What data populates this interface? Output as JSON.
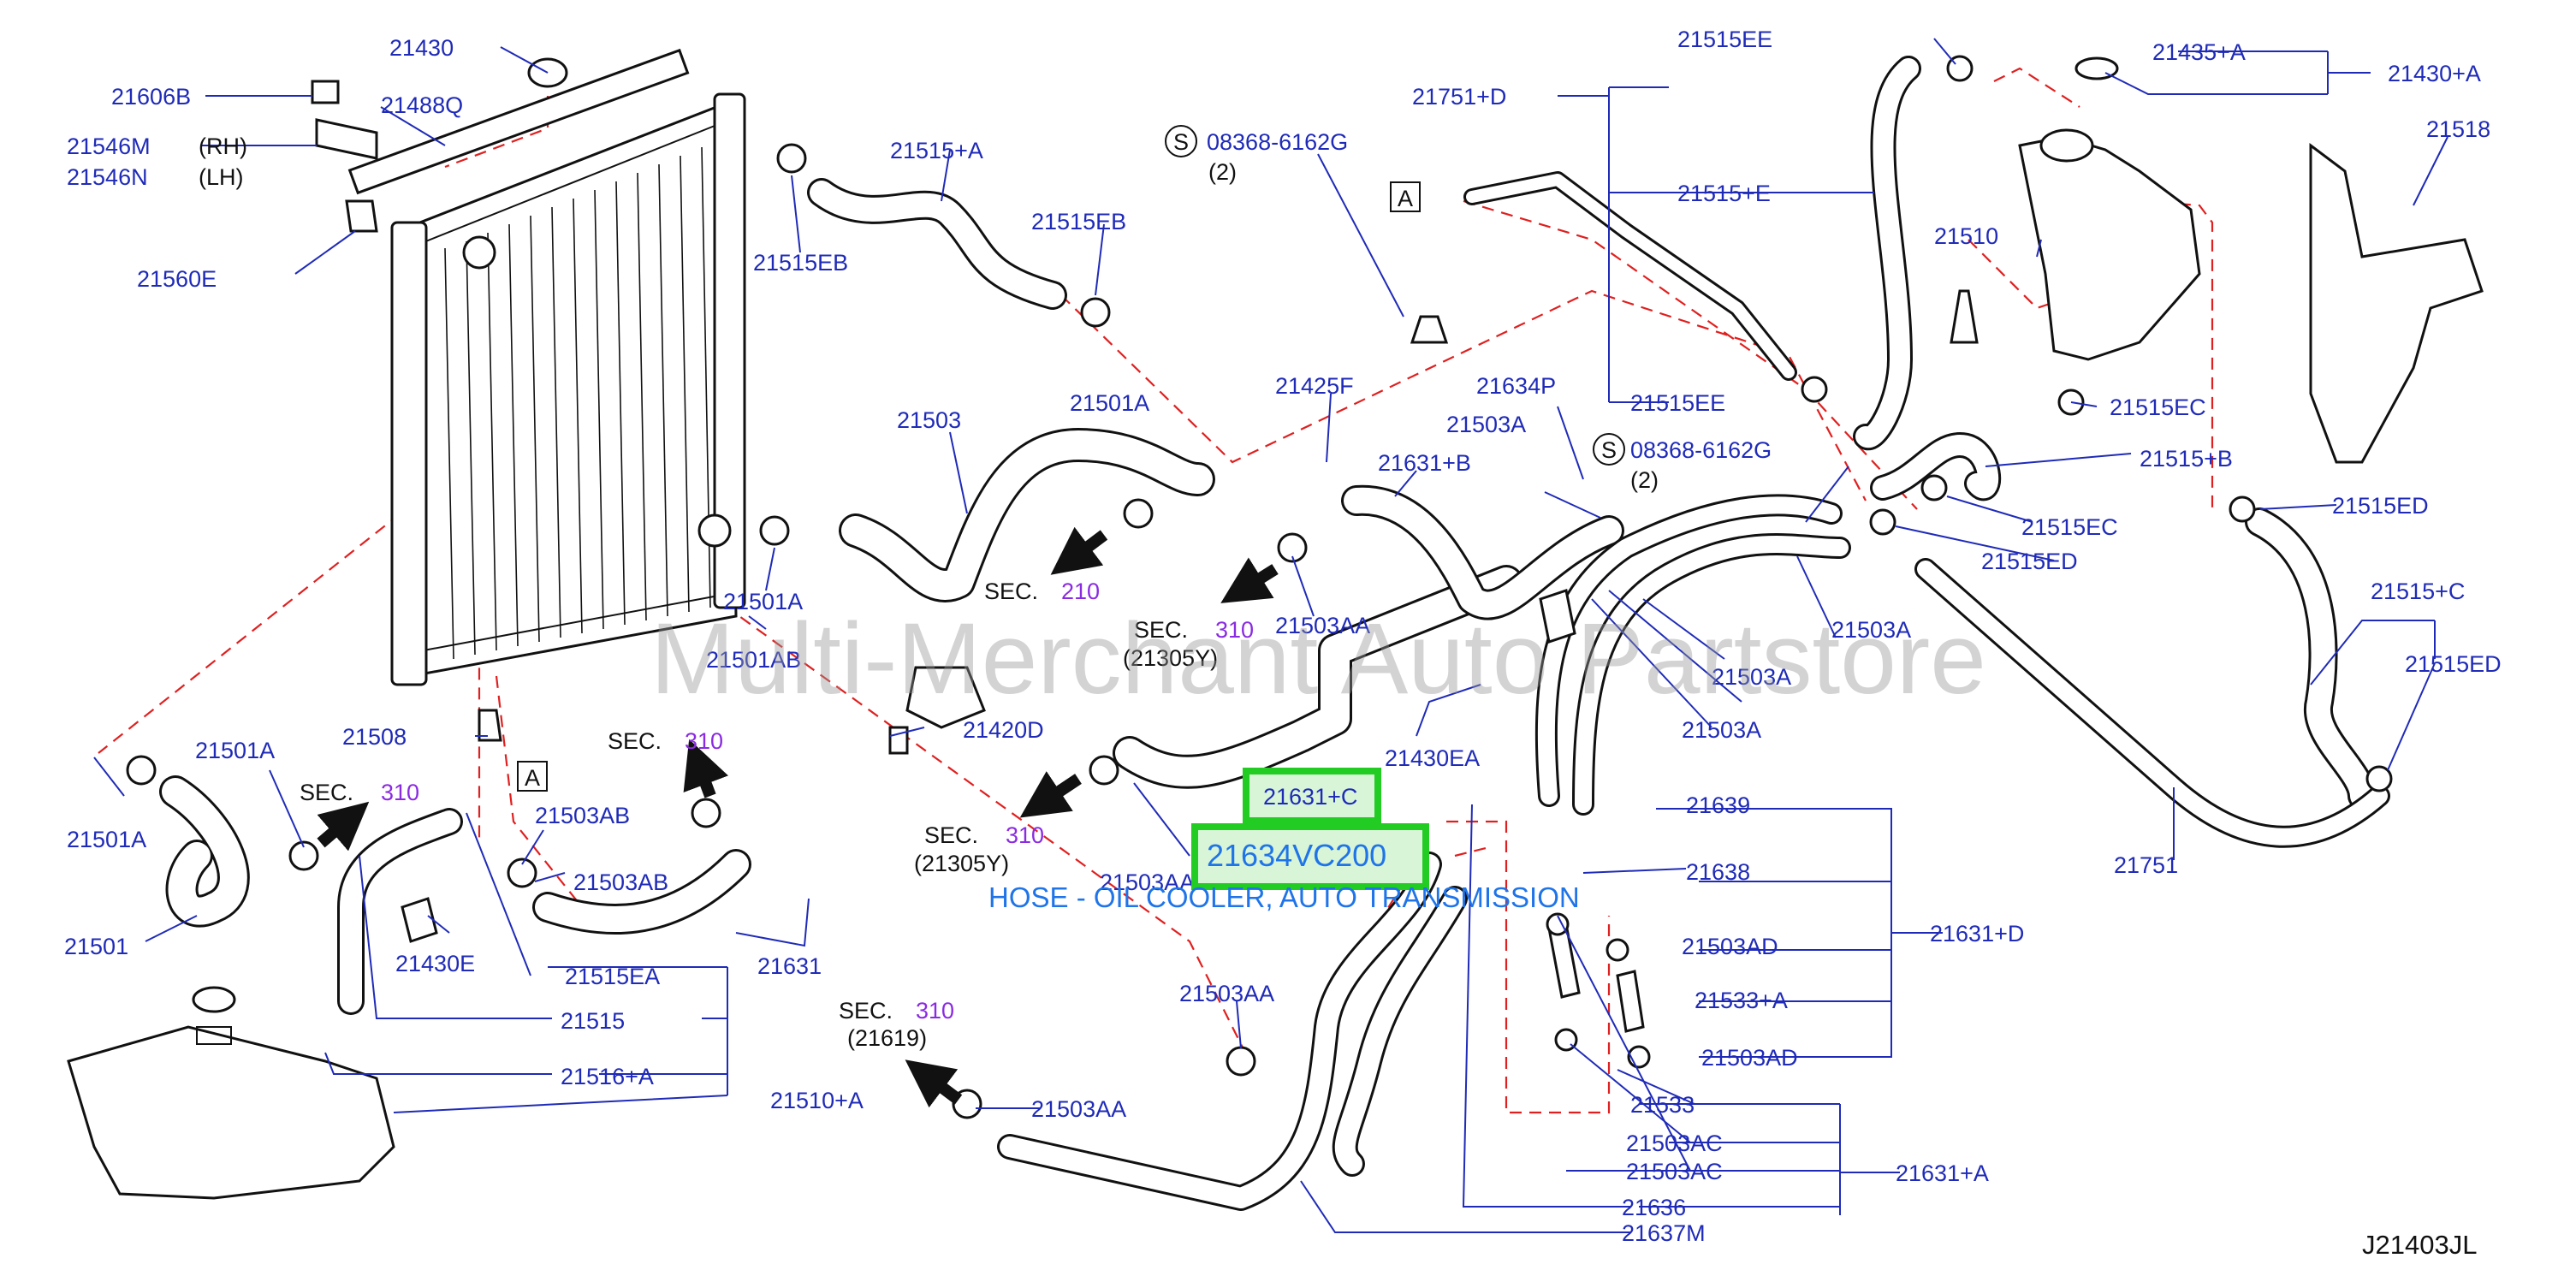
{
  "highlight": {
    "part_number": "21634VC200",
    "description": "HOSE - OIL COOLER, AUTO TRANSMISSION",
    "secondary": "21631+C"
  },
  "watermark": "Multi-Merchant Auto Partstore",
  "reference_code": "J21403JL",
  "screw_symbol": "S",
  "ref_box": "A",
  "parts": [
    "21430",
    "21606B",
    "21488Q",
    "21546M",
    "(RH)",
    "21546N",
    "(LH)",
    "21560E",
    "21515+A",
    "21515EB",
    "21515EB",
    "21503",
    "21501A",
    "21501A",
    "21501AB",
    "21508",
    "21501A",
    "21501A",
    "21501",
    "21503AB",
    "21503AB",
    "21430E",
    "21515EA",
    "21515",
    "21516+A",
    "21510+A",
    "21631",
    "21420D",
    "21425F",
    "21631+B",
    "21503AA",
    "21430EA",
    "21503AA",
    "21503AA",
    "21503AA",
    "21751+D",
    "21515EE",
    "21515+E",
    "21515EE",
    "08368-6162G",
    "(2)",
    "08368-6162G",
    "(2)",
    "21634P",
    "21503A",
    "21503A",
    "21503A",
    "21503A",
    "21639",
    "21638",
    "21631+D",
    "21503AD",
    "21533+A",
    "21503AD",
    "21533",
    "21503AC",
    "21503AC",
    "21636",
    "21637M",
    "21631+A",
    "21435+A",
    "21430+A",
    "21518",
    "21510",
    "21515EC",
    "21515+B",
    "21515EC",
    "21515ED",
    "21515ED",
    "21515+C",
    "21515ED",
    "21751"
  ],
  "sections": [
    {
      "label": "SEC.",
      "num": "210",
      "sub": ""
    },
    {
      "label": "SEC.",
      "num": "310",
      "sub": "(21305Y)"
    },
    {
      "label": "SEC.",
      "num": "310",
      "sub": ""
    },
    {
      "label": "SEC.",
      "num": "310",
      "sub": ""
    },
    {
      "label": "SEC.",
      "num": "310",
      "sub": "(21305Y)"
    },
    {
      "label": "SEC.",
      "num": "310",
      "sub": "(21619)"
    }
  ]
}
